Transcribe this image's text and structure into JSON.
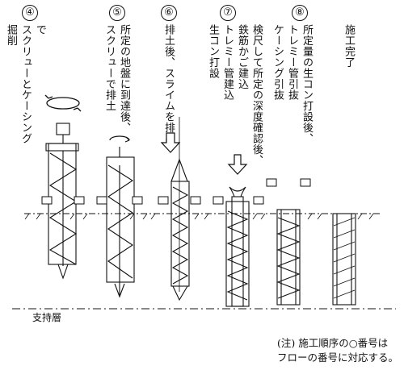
{
  "steps": [
    {
      "no": "④",
      "lines": [
        "掘削",
        "スクリューとケーシング",
        "で"
      ]
    },
    {
      "no": "⑤",
      "lines": [
        "スクリューで排土",
        "所定の地盤に到達後、"
      ]
    },
    {
      "no": "⑥",
      "lines": [
        "排土後、スライムを排出"
      ]
    },
    {
      "no": "⑦",
      "lines": [
        "生コン打設",
        "トレミー管建込",
        "鉄筋かご建込",
        "検尺して所定の深度確認後、"
      ]
    },
    {
      "no": "⑧",
      "lines": [
        "ケーシング引抜",
        "トレミー管引抜",
        "所定量の生コン打設後、"
      ]
    },
    {
      "no": "",
      "lines": [
        "施工完了"
      ]
    }
  ],
  "layer_label": "支持層",
  "note": {
    "line1": "(注) 施工順序の○番号は",
    "line2": "フローの番号に対応する。"
  }
}
